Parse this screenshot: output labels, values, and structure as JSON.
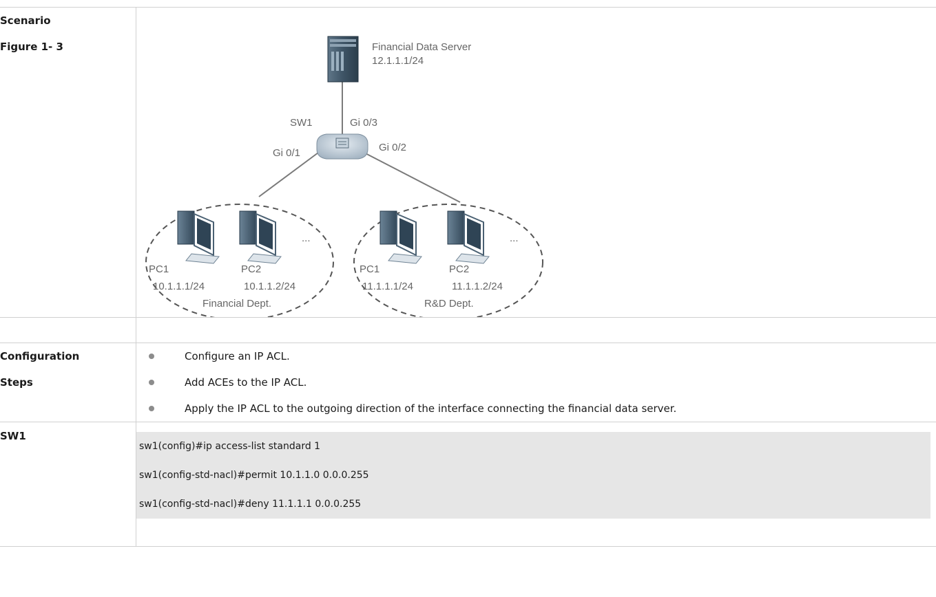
{
  "row_scenario": {
    "label_line1": "Scenario",
    "label_line2": "Figure 1- 3"
  },
  "figure": {
    "server_name": "Financial Data Server",
    "server_ip": "12.1.1.1/24",
    "switch_name": "SW1",
    "port_server": "Gi 0/3",
    "port_fin": "Gi 0/1",
    "port_rd": "Gi 0/2",
    "financial_group": {
      "pc1_name": "PC1",
      "pc1_ip": "10.1.1.1/24",
      "pc2_name": "PC2",
      "pc2_ip": "10.1.1.2/24",
      "more": "...",
      "dept": "Financial Dept."
    },
    "rd_group": {
      "pc1_name": "PC1",
      "pc1_ip": "11.1.1.1/24",
      "pc2_name": "PC2",
      "pc2_ip": "11.1.1.2/24",
      "more": "...",
      "dept": "R&D Dept."
    }
  },
  "row_config": {
    "label_line1": "Configuration",
    "label_line2": "Steps",
    "steps": [
      "Configure an IP ACL.",
      "Add ACEs to the IP ACL.",
      "Apply the IP ACL to the outgoing direction of the interface connecting the financial data server."
    ]
  },
  "row_sw1": {
    "label": "SW1",
    "code": [
      "sw1(config)#ip access-list standard 1",
      "sw1(config-std-nacl)#permit 10.1.1.0 0.0.0.255",
      "sw1(config-std-nacl)#deny 11.1.1.1 0.0.0.255"
    ]
  }
}
